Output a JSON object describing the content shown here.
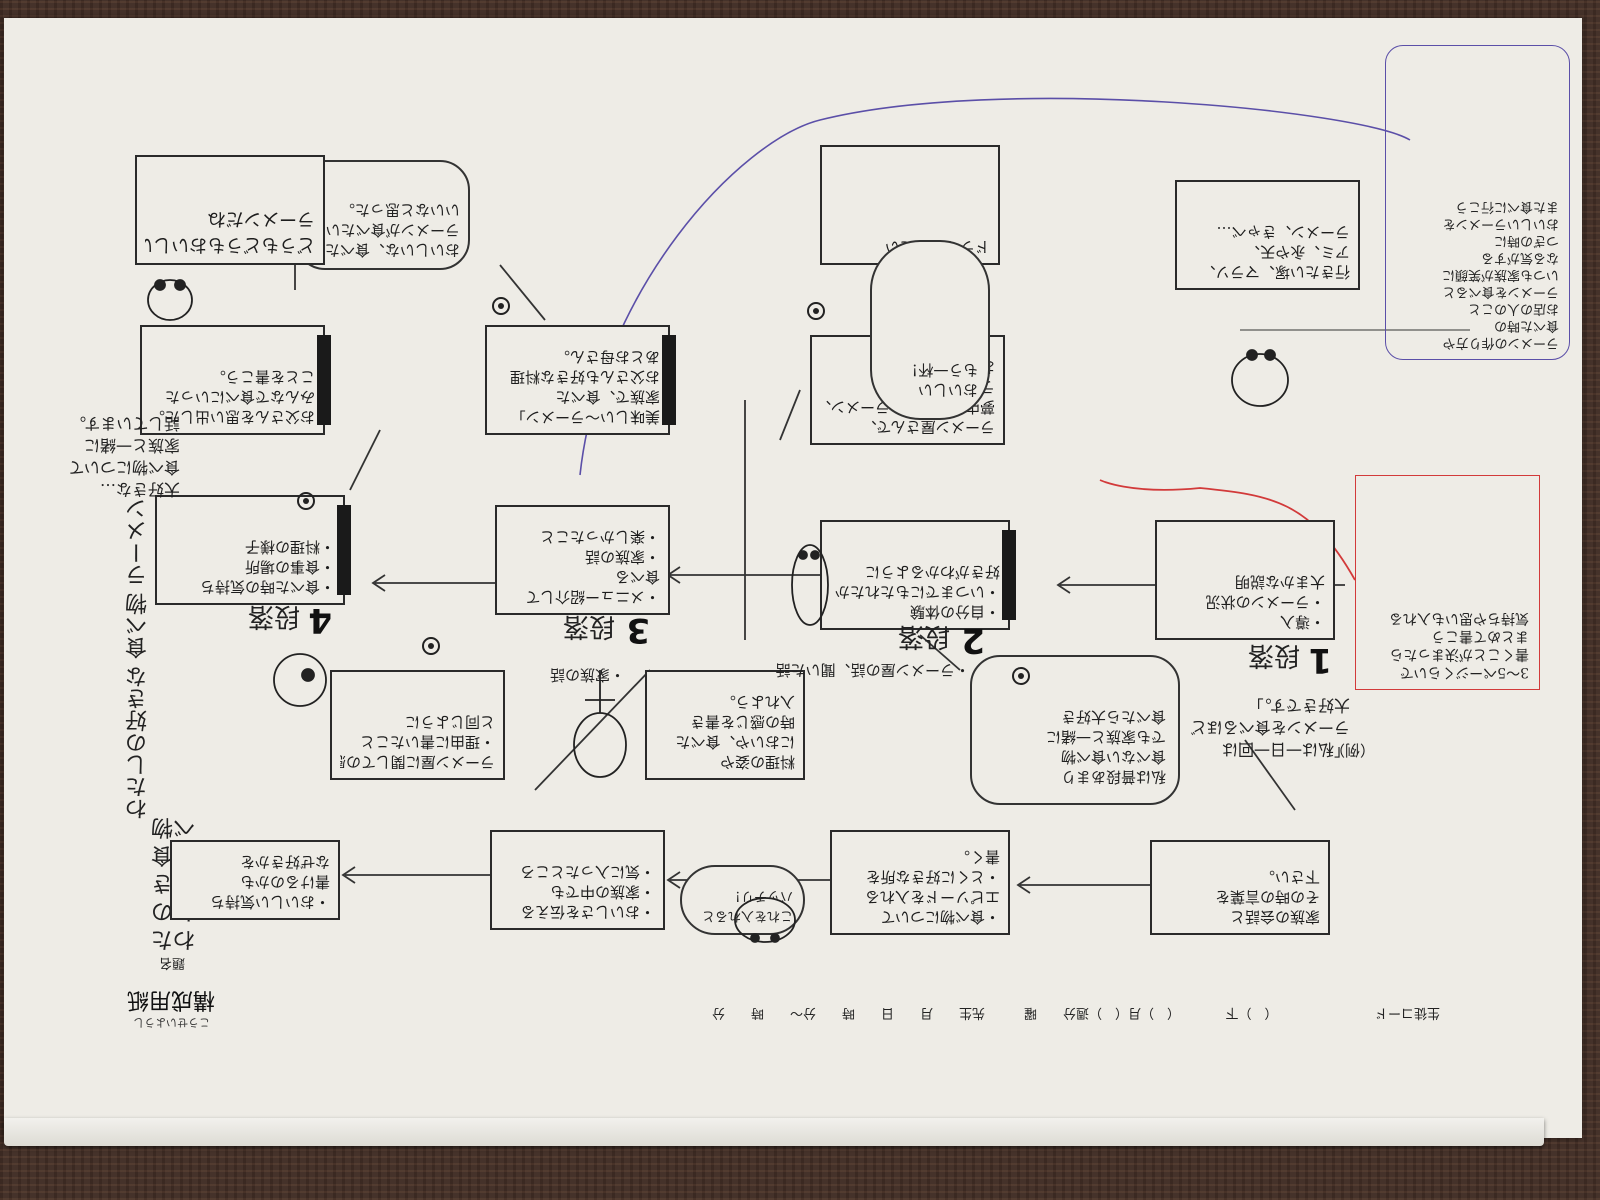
{
  "sheet": {
    "title": "構成用紙",
    "title_ruby": "こうせいようし",
    "header_line": "生徒コード　　　　　　　　（　）下　　　　（　）月（　）週分　　曜　　　先生　　月　　日　　時　　分～　　時　　分",
    "theme_label": "題名",
    "theme": "わたしの好きな食べ物"
  },
  "sections": {
    "s1_number": "1",
    "s1_label": "段落",
    "s2_number": "2",
    "s2_label": "段落",
    "s3_number": "3",
    "s3_label": "段落",
    "s4_number": "4",
    "s4_label": "段落"
  },
  "boxes": {
    "intro": [
      "・導入",
      "・ラーメンの状況",
      "大まかな説明"
    ],
    "intro_top": [
      "行きたい塚、マラソ、",
      "アミ、永や天、",
      "ラーメン、きゃべ…"
    ],
    "s2_main": [
      "・自分の体験",
      "・いつまでにもたれたか",
      "好きがわかるように"
    ],
    "s2_top": [
      "ラーメン屋さんで、",
      "夢中に食べた、ラーメン、",
      "ラーメンとても、",
      "おいしいです。"
    ],
    "s2_under": [
      "料理の姿や",
      "においや、食べた",
      "時の感じを書き",
      "入れよう。"
    ],
    "s2_box_upper": [
      "ドラマで見たい"
    ],
    "s3_main": [
      "・メニュー紹介して",
      "食べる",
      "・家族の話",
      "・楽しかったこと"
    ],
    "s3_top": [
      "美味しい～ラーメン」",
      "家族で、食べた",
      "お父さんも好きな料理",
      "あとお母さん。"
    ],
    "s3_under": [
      "ラーメン屋に関しての感想",
      "・理由に書いたこと",
      "と同じように"
    ],
    "s4_main": [
      "・食べた時の気持ち",
      "・食事の場所",
      "・料理の様子"
    ],
    "s4_top": [
      "お父さんを思い出した。",
      "みんなで食べにいった",
      "ことを書こう。"
    ],
    "s4_cloud": [
      "おいしいな、食べたい",
      "ラーメンが食べたいと",
      "いいなと思った。"
    ],
    "s4_box_top": [
      "どうもどうもおいしい",
      "ラーメンだね"
    ],
    "bottom_1": [
      "家族の会話と",
      "その時の言葉を",
      "下さい。"
    ],
    "bottom_2": [
      "・食べ物について",
      "エピソードを入れる",
      "・とくに好きな所を",
      "書く。"
    ],
    "bottom_3": [
      "・おいしさを伝える",
      "・家族の中でも",
      "・気に入ったところ"
    ],
    "bottom_4": [
      "・おいしい気持ち",
      "書けるのかも",
      "なぜ好きかを",
      "書く。"
    ]
  },
  "annotations": {
    "red_note": [
      "3～5ページくらいで",
      "書くことが決まったら",
      "まとめて書こう",
      "気持ちや思いも入れる"
    ],
    "purple_note": [
      "ラーメンの作り方や",
      "食べた時の",
      "お店の人のこと",
      "ラーメンを食べると",
      "いつも家族が笑顔に",
      "なる気がする",
      "つぎの時に",
      "おいしいラーメンを",
      "また食べに行こう"
    ],
    "s1_cloud": [
      "私は普段あまり",
      "食べない食べ物",
      "でも家族と一緒に",
      "食べたら大好き"
    ],
    "example_quote": [
      "「私は一日一回は",
      "ラーメンを食べるほど",
      "大好きです。」"
    ],
    "side_notes": [
      "・ラーメン屋の話、聞いた話",
      "・家族の話"
    ],
    "left_vertical": [
      "わたしの好きな",
      "食べ物 ラーメン"
    ],
    "left_notes": [
      "大好きな…",
      "食べ物について",
      "家族と一緒に",
      "話しています。"
    ],
    "doodle_text": [
      "おいしい",
      "もう一杯！"
    ],
    "example_tag": "（例）",
    "star_cloud": [
      "これを入れると",
      "バッチリ！"
    ]
  },
  "colors": {
    "paper": "#eeece6",
    "ink": "#1d1d1d",
    "red_annotation": "#d23a3a",
    "purple_annotation": "#5b4fa8"
  }
}
